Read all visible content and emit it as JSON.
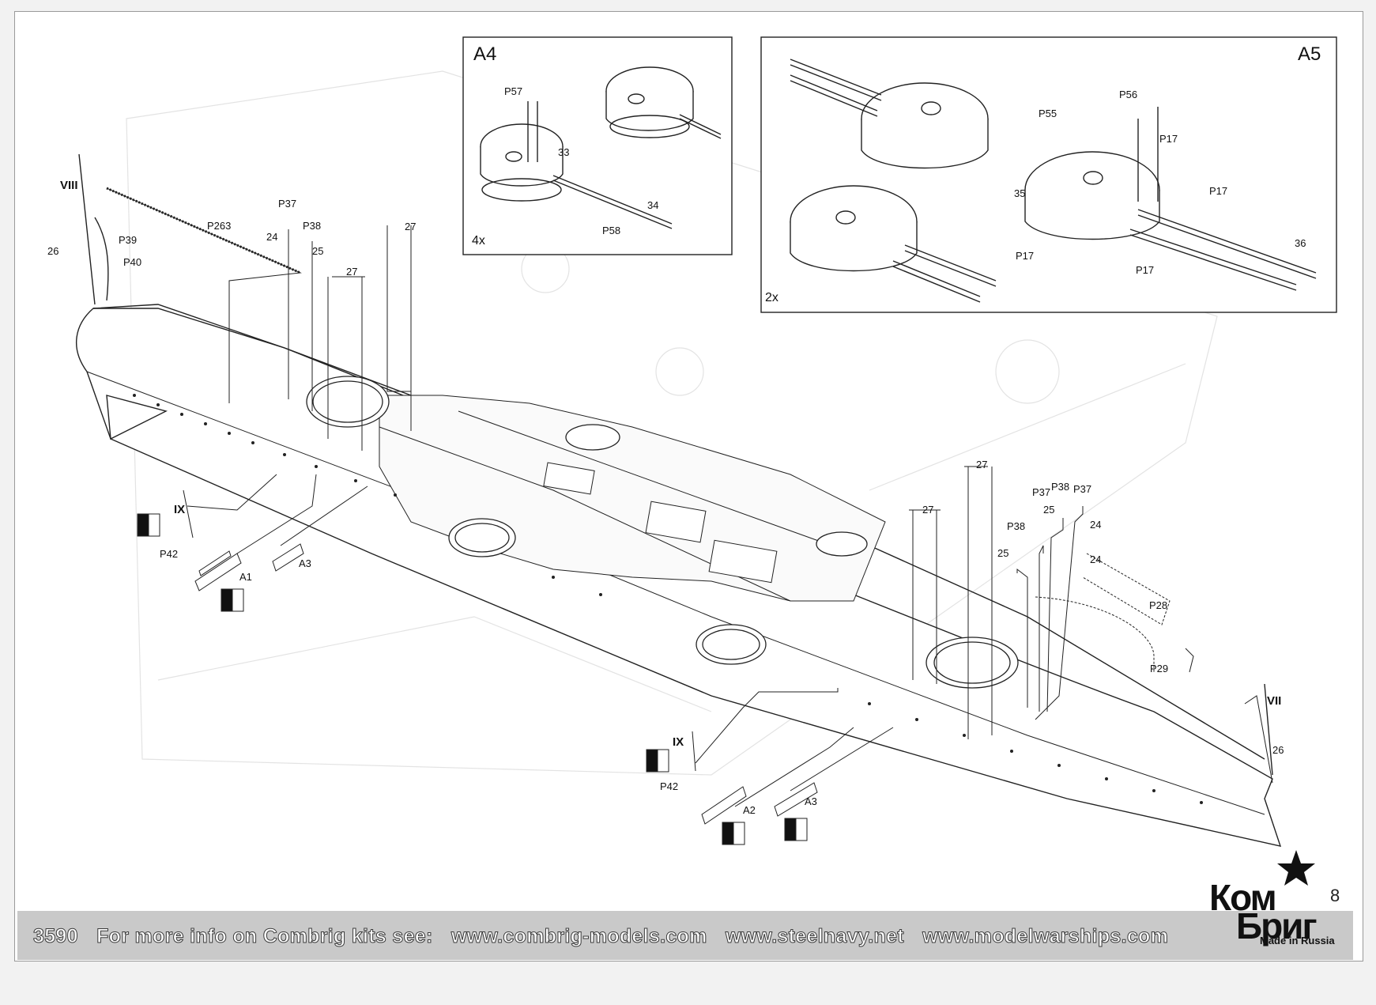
{
  "footer": {
    "kit_number": "3590",
    "info": "For more info on Combrig kits see:",
    "urls": [
      "www.combrig-models.com",
      "www.steelnavy.net",
      "www.modelwarships.com"
    ]
  },
  "page_number": "8",
  "logo": {
    "line1": "Ком",
    "line2": "Бриг",
    "made_in": "Made in Russia"
  },
  "inset_a4": {
    "title": "A4",
    "quantity": "4x",
    "labels": {
      "p57": "P57",
      "p58": "P58",
      "n33": "33",
      "n34": "34"
    }
  },
  "inset_a5": {
    "title": "A5",
    "quantity": "2x",
    "labels": {
      "p55": "P55",
      "p56": "P56",
      "p17a": "P17",
      "p17b": "P17",
      "p17c": "P17",
      "p17d": "P17",
      "n35": "35",
      "n36": "36"
    }
  },
  "main": {
    "roman": {
      "viii": "VIII",
      "ix_left": "IX",
      "ix_right": "IX",
      "vii": "VII"
    },
    "labels": {
      "p263": "P263",
      "p39": "P39",
      "p40": "P40",
      "n26_left": "26",
      "p37_left": "P37",
      "n24_left": "24",
      "p38_left": "P38",
      "n25_left": "25",
      "n27_a": "27",
      "n27_b": "27",
      "n27_c": "27",
      "n27_d": "27",
      "p42_left": "P42",
      "a1": "A1",
      "a3_left": "A3",
      "p38_r1": "P38",
      "n25_r1": "25",
      "p37_r1": "P37",
      "n24_r1": "24",
      "p38_r2": "P38",
      "n25_r2": "25",
      "p37_r2": "P37",
      "n24_r2": "24",
      "p28": "P28",
      "p29": "P29",
      "n26_right": "26",
      "p42_right": "P42",
      "a2": "A2",
      "a3_right": "A3"
    }
  }
}
